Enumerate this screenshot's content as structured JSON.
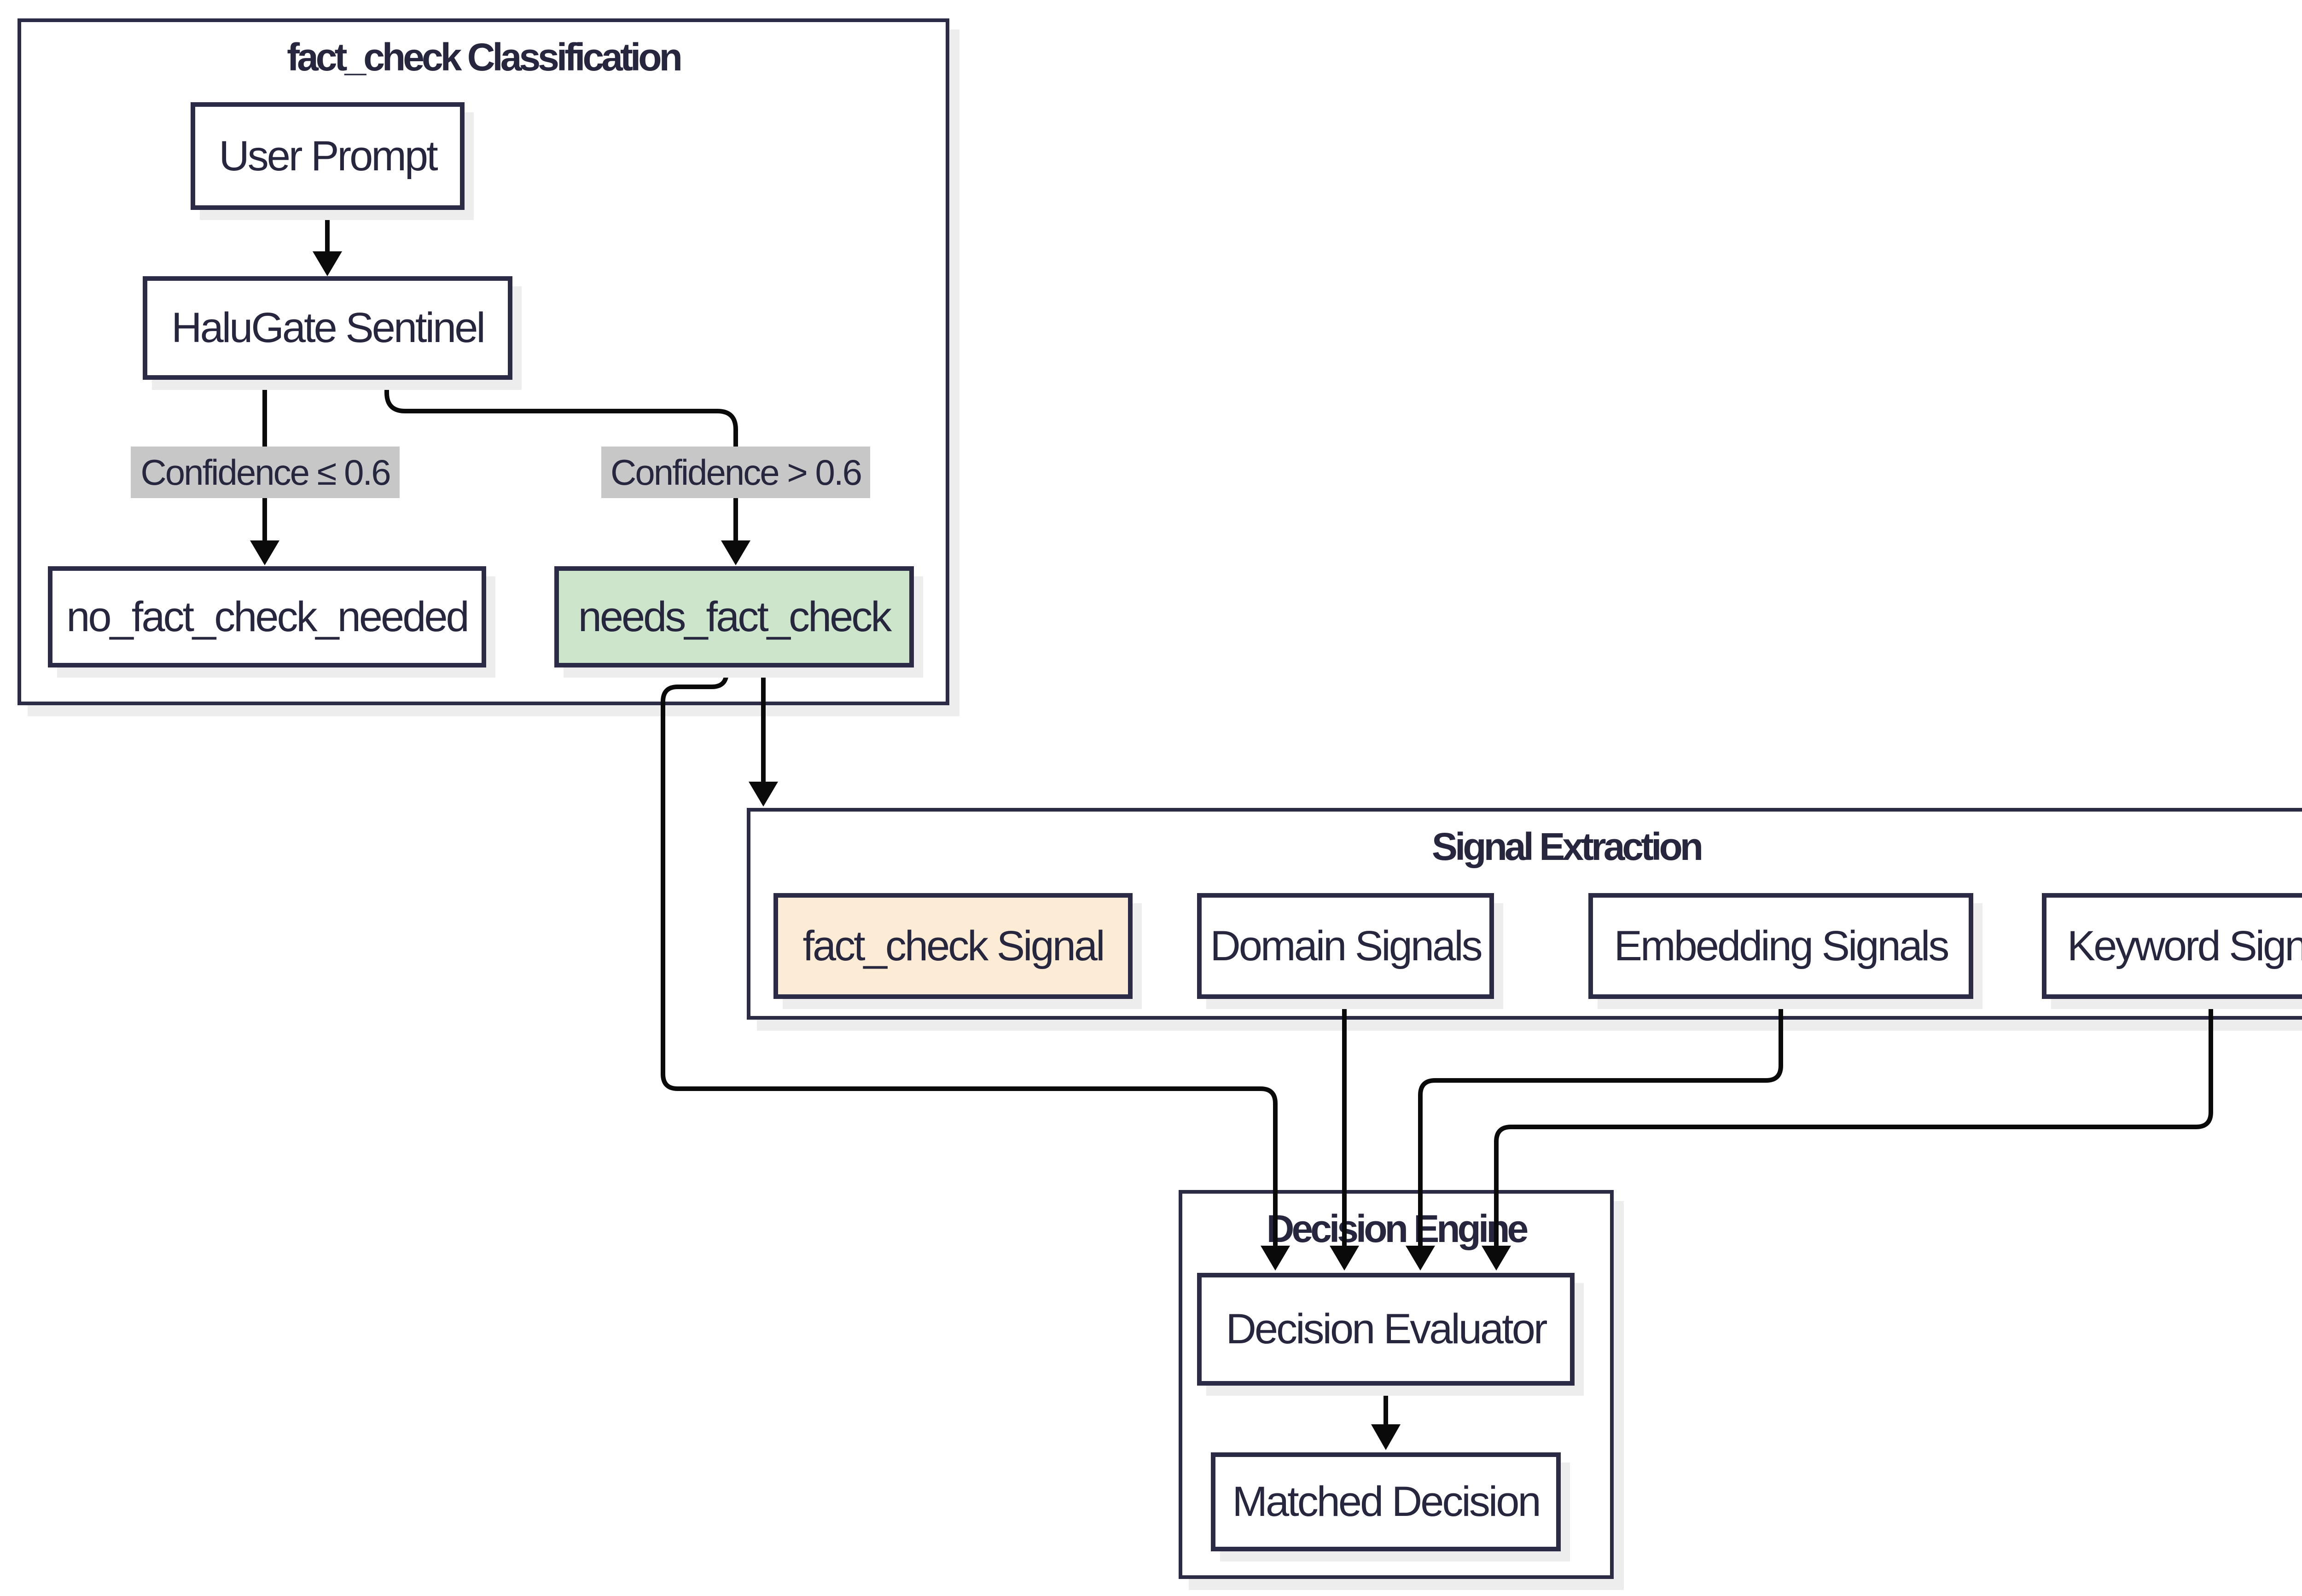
{
  "diagram": {
    "type": "flowchart",
    "direction": "top-down"
  },
  "subgraphs": [
    {
      "id": "fact-check-classification",
      "title": "fact_check Classification"
    },
    {
      "id": "signal-extraction",
      "title": "Signal Extraction"
    },
    {
      "id": "decision-engine",
      "title": "Decision Engine"
    }
  ],
  "nodes": [
    {
      "id": "user-prompt",
      "label": "User Prompt",
      "subgraph": "fact_check Classification",
      "fill": "#ffffff"
    },
    {
      "id": "halugate-sentinel",
      "label": "HaluGate Sentinel",
      "subgraph": "fact_check Classification",
      "fill": "#ffffff"
    },
    {
      "id": "no-fact-check-needed",
      "label": "no_fact_check_needed",
      "subgraph": "fact_check Classification",
      "fill": "#ffffff"
    },
    {
      "id": "needs-fact-check",
      "label": "needs_fact_check",
      "subgraph": "fact_check Classification",
      "fill": "#cde6cb"
    },
    {
      "id": "fact-check-signal",
      "label": "fact_check Signal",
      "subgraph": "Signal Extraction",
      "fill": "#fdecd5"
    },
    {
      "id": "domain-signals",
      "label": "Domain Signals",
      "subgraph": "Signal Extraction",
      "fill": "#ffffff"
    },
    {
      "id": "embedding-signals",
      "label": "Embedding Signals",
      "subgraph": "Signal Extraction",
      "fill": "#ffffff"
    },
    {
      "id": "keyword-signals",
      "label": "Keyword Signals",
      "subgraph": "Signal Extraction",
      "fill": "#ffffff"
    },
    {
      "id": "decision-evaluator",
      "label": "Decision Evaluator",
      "subgraph": "Decision Engine",
      "fill": "#ffffff"
    },
    {
      "id": "matched-decision",
      "label": "Matched Decision",
      "subgraph": "Decision Engine",
      "fill": "#ffffff"
    }
  ],
  "edges": [
    {
      "from": "User Prompt",
      "to": "HaluGate Sentinel",
      "label": ""
    },
    {
      "from": "HaluGate Sentinel",
      "to": "no_fact_check_needed",
      "label": "Confidence ≤ 0.6"
    },
    {
      "from": "HaluGate Sentinel",
      "to": "needs_fact_check",
      "label": "Confidence > 0.6"
    },
    {
      "from": "needs_fact_check",
      "to": "Signal Extraction",
      "label": ""
    },
    {
      "from": "needs_fact_check",
      "to": "Decision Evaluator",
      "label": ""
    },
    {
      "from": "Domain Signals",
      "to": "Decision Evaluator",
      "label": ""
    },
    {
      "from": "Embedding Signals",
      "to": "Decision Evaluator",
      "label": ""
    },
    {
      "from": "Keyword Signals",
      "to": "Decision Evaluator",
      "label": ""
    },
    {
      "from": "Decision Evaluator",
      "to": "Matched Decision",
      "label": ""
    }
  ],
  "colors": {
    "background": "#ffffff",
    "node_border": "#2b2b45",
    "node_fill": "#ffffff",
    "highlight_green": "#cde6cb",
    "highlight_peach": "#fdecd5",
    "edge_stroke": "#0a0a0a",
    "edge_label_background": "#c7c7c7",
    "text": "#26263e",
    "shadow": "#ededed"
  }
}
